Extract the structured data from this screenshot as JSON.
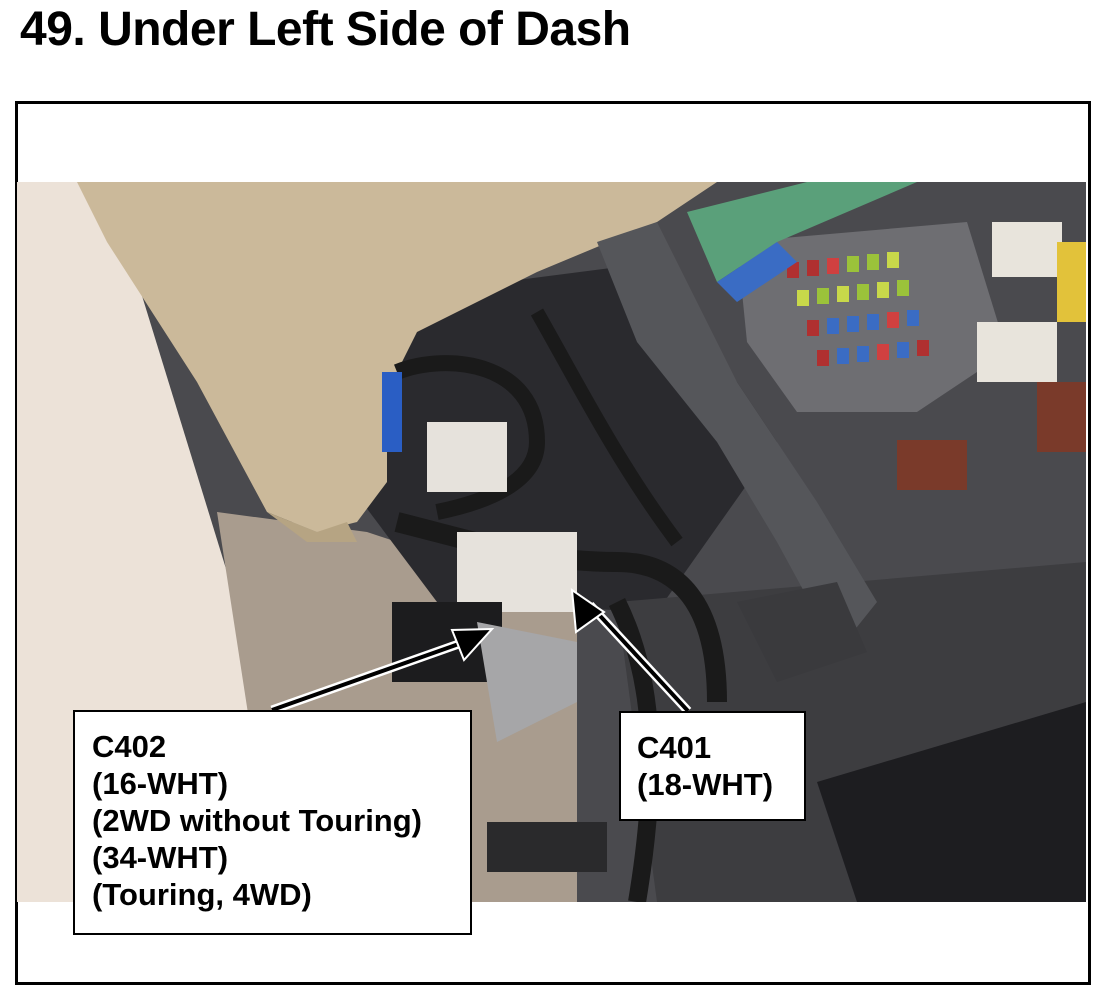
{
  "page": {
    "heading": "49.  Under Left Side of Dash"
  },
  "callouts": {
    "c402": {
      "lines": [
        "C402",
        "(16-WHT)",
        "(2WD without Touring)",
        "(34-WHT)",
        "(Touring, 4WD)"
      ]
    },
    "c401": {
      "lines": [
        "C401",
        "(18-WHT)"
      ]
    }
  },
  "colors": {
    "frame": "#000000",
    "dash_trim": "#cbb99a",
    "carpet": "#3d3d40",
    "wall": "#ece2d8"
  }
}
